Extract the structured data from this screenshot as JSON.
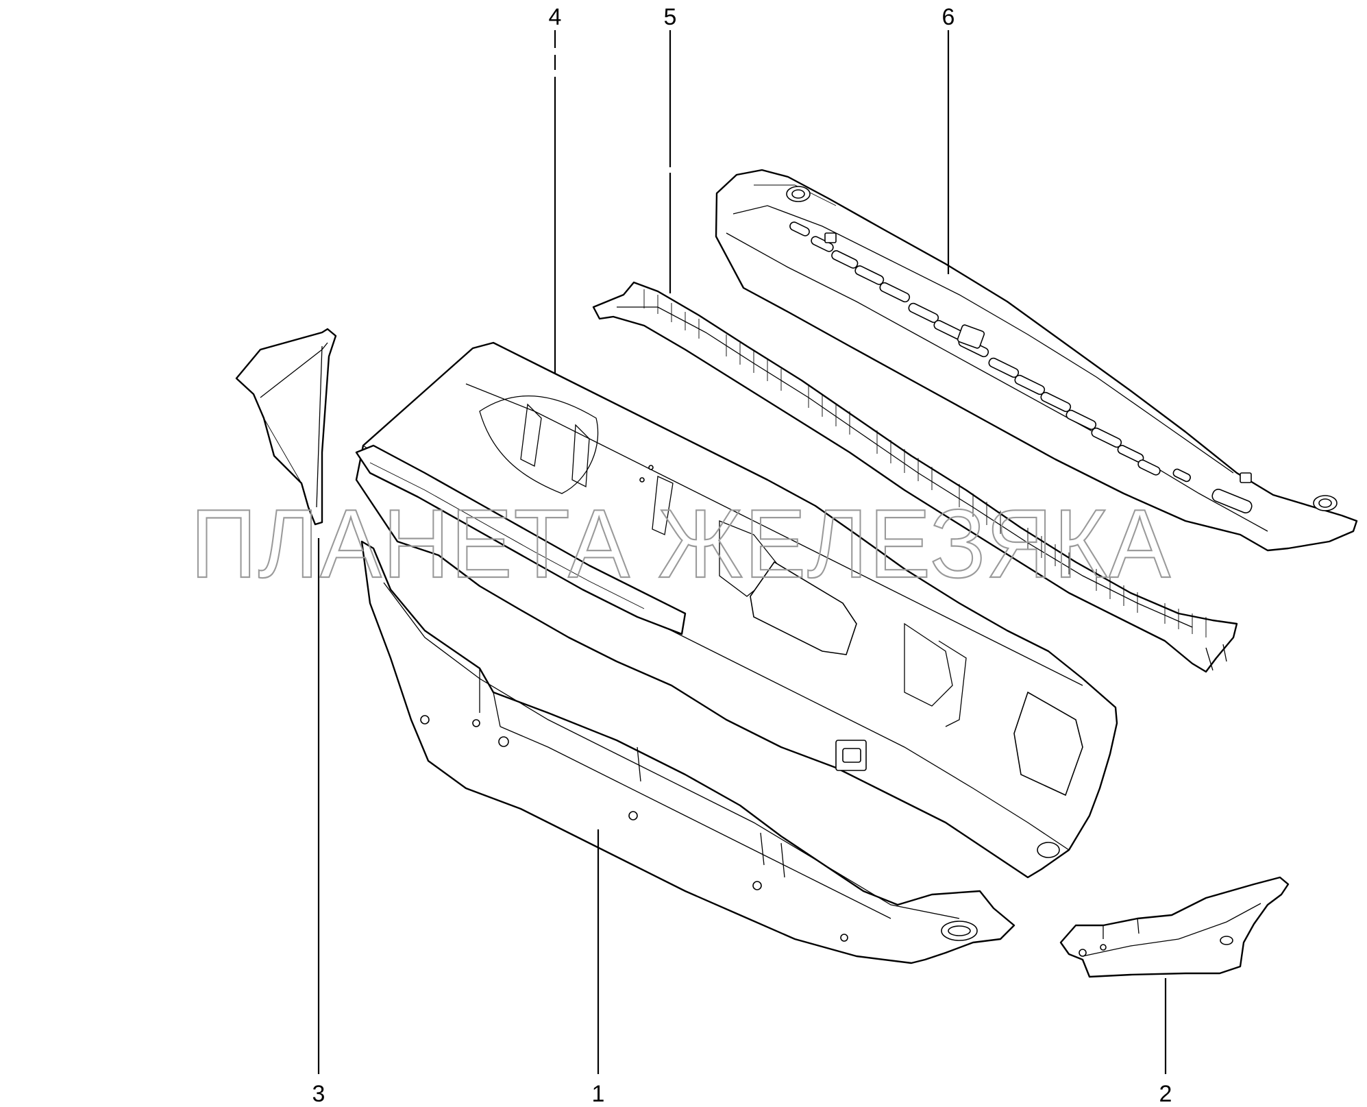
{
  "watermark": "ПЛАНЕТА ЖЕЛЕЗЯКА",
  "callouts": [
    {
      "id": "1",
      "label": "1",
      "part": "lower-cross-member"
    },
    {
      "id": "2",
      "label": "2",
      "part": "right-bracket"
    },
    {
      "id": "3",
      "label": "3",
      "part": "left-bracket"
    },
    {
      "id": "4",
      "label": "4",
      "part": "dash-panel"
    },
    {
      "id": "5",
      "label": "5",
      "part": "upper-rail"
    },
    {
      "id": "6",
      "label": "6",
      "part": "cowl-top-panel"
    }
  ]
}
